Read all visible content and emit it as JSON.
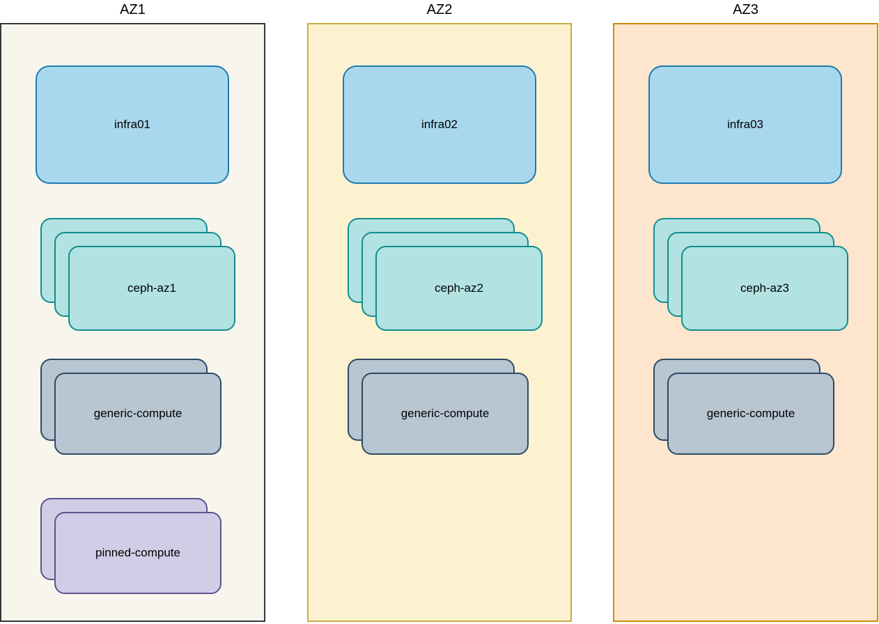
{
  "zones": [
    {
      "title": "AZ1",
      "bg": "#f8f5ed",
      "border_color": "#33393b",
      "nodes": [
        {
          "label": "infra01",
          "count": 1,
          "kind": "infra",
          "fill": "#a9d8ee",
          "stroke": "#1a7db0"
        },
        {
          "label": "ceph-az1",
          "count": 3,
          "kind": "ceph",
          "fill": "#b2e2e2",
          "stroke": "#128d8d"
        },
        {
          "label": "generic-compute",
          "count": 2,
          "kind": "generic",
          "fill": "#b8c6d2",
          "stroke": "#2c4a63"
        },
        {
          "label": "pinned-compute",
          "count": 2,
          "kind": "pinned",
          "fill": "#d0cde6",
          "stroke": "#5e5490"
        }
      ]
    },
    {
      "title": "AZ2",
      "bg": "#fdf2d0",
      "border_color": "#cda945",
      "nodes": [
        {
          "label": "infra02",
          "count": 1,
          "kind": "infra",
          "fill": "#a9d8ee",
          "stroke": "#1a7db0"
        },
        {
          "label": "ceph-az2",
          "count": 3,
          "kind": "ceph",
          "fill": "#b2e2e2",
          "stroke": "#128d8d"
        },
        {
          "label": "generic-compute",
          "count": 2,
          "kind": "generic",
          "fill": "#b8c6d2",
          "stroke": "#2c4a63"
        }
      ]
    },
    {
      "title": "AZ3",
      "bg": "#fee5cd",
      "border_color": "#d18c0a",
      "nodes": [
        {
          "label": "infra03",
          "count": 1,
          "kind": "infra",
          "fill": "#a9d8ee",
          "stroke": "#1a7db0"
        },
        {
          "label": "ceph-az3",
          "count": 3,
          "kind": "ceph",
          "fill": "#b2e2e2",
          "stroke": "#128d8d"
        },
        {
          "label": "generic-compute",
          "count": 2,
          "kind": "generic",
          "fill": "#b8c6d2",
          "stroke": "#2c4a63"
        }
      ]
    }
  ]
}
